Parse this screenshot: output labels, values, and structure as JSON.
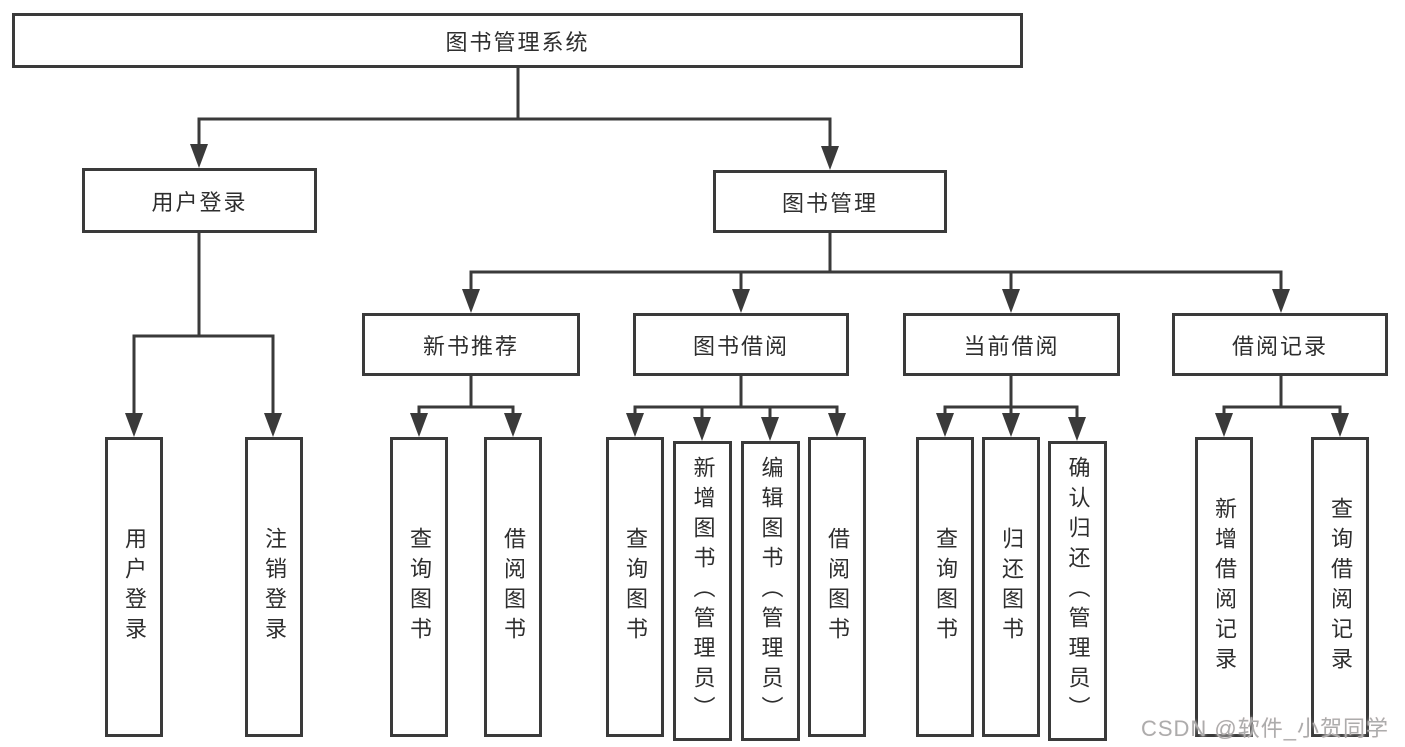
{
  "diagram": {
    "root": {
      "label": "图书管理系统"
    },
    "branches": {
      "user_login": {
        "label": "用户登录"
      },
      "book_mgmt": {
        "label": "图书管理"
      }
    },
    "modules": {
      "new_rec": {
        "label": "新书推荐"
      },
      "book_borrow": {
        "label": "图书借阅"
      },
      "cur_borrow": {
        "label": "当前借阅"
      },
      "borrow_rec": {
        "label": "借阅记录"
      }
    },
    "leaves": {
      "ul_login": {
        "label": "用户登录"
      },
      "ul_logout": {
        "label": "注销登录"
      },
      "nr_query": {
        "label": "查询图书"
      },
      "nr_borrow": {
        "label": "借阅图书"
      },
      "bb_query": {
        "label": "查询图书"
      },
      "bb_add": {
        "label": "新增图书（管理员）"
      },
      "bb_edit": {
        "label": "编辑图书（管理员）"
      },
      "bb_borrow": {
        "label": "借阅图书"
      },
      "cb_query": {
        "label": "查询图书"
      },
      "cb_return": {
        "label": "归还图书"
      },
      "cb_confirm": {
        "label": "确认归还（管理员）"
      },
      "br_add": {
        "label": "新增借阅记录"
      },
      "br_query": {
        "label": "查询借阅记录"
      }
    },
    "watermark": "CSDN @软件_小贺同学",
    "colors": {
      "line": "#3a3a3a",
      "text": "#2e2e2e",
      "watermark": "#acacac",
      "background": "#ffffff"
    }
  }
}
